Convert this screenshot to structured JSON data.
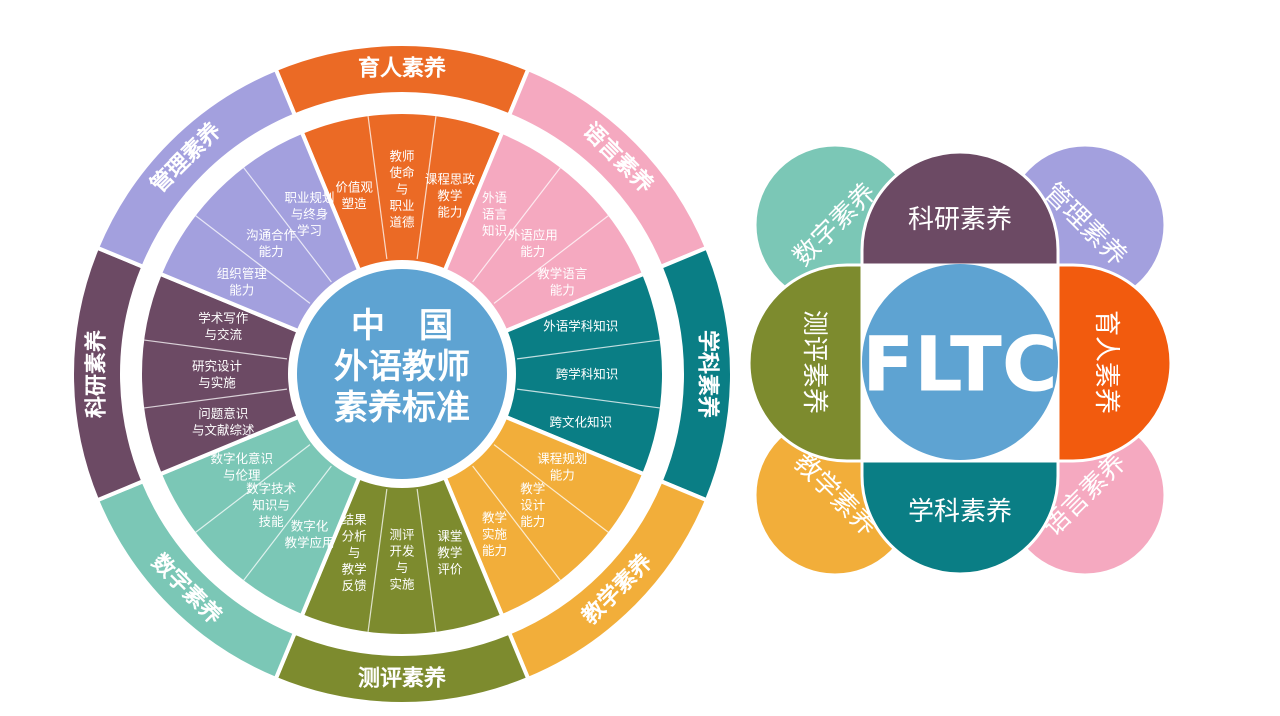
{
  "wheel": {
    "center_lines": [
      "中　国",
      "外语教师",
      "素养标准"
    ],
    "domains": [
      {
        "name": "育人素养",
        "color": "#EB6A25",
        "sub": [
          [
            "价值观",
            "塑造"
          ],
          [
            "教师",
            "使命",
            "与",
            "职业",
            "道德"
          ],
          [
            "课程思政",
            "教学",
            "能力"
          ]
        ]
      },
      {
        "name": "语言素养",
        "color": "#F5A9C0",
        "sub": [
          [
            "外语",
            "语言",
            "知识"
          ],
          [
            "外语应用",
            "能力"
          ],
          [
            "教学语言",
            "能力"
          ]
        ]
      },
      {
        "name": "学科素养",
        "color": "#0A7E85",
        "sub": [
          [
            "外语学科知识"
          ],
          [
            "跨学科知识"
          ],
          [
            "跨文化知识"
          ]
        ]
      },
      {
        "name": "教学素养",
        "color": "#F2AE3A",
        "sub": [
          [
            "课程规划",
            "能力"
          ],
          [
            "教学",
            "设计",
            "能力"
          ],
          [
            "教学",
            "实施",
            "能力"
          ]
        ]
      },
      {
        "name": "测评素养",
        "color": "#7D8B2E",
        "sub": [
          [
            "课堂",
            "教学",
            "评价"
          ],
          [
            "测评",
            "开发",
            "与",
            "实施"
          ],
          [
            "结果",
            "分析",
            "与",
            "教学",
            "反馈"
          ]
        ]
      },
      {
        "name": "数字素养",
        "color": "#7BC7B6",
        "sub": [
          [
            "数字化",
            "教学应用"
          ],
          [
            "数字技术",
            "知识与",
            "技能"
          ],
          [
            "数字化意识",
            "与伦理"
          ]
        ]
      },
      {
        "name": "科研素养",
        "color": "#6C4A64",
        "sub": [
          [
            "问题意识",
            "与文献综述"
          ],
          [
            "研究设计",
            "与实施"
          ],
          [
            "学术写作",
            "与交流"
          ]
        ]
      },
      {
        "name": "管理素养",
        "color": "#A3A0DE",
        "sub": [
          [
            "组织管理",
            "能力"
          ],
          [
            "沟通合作",
            "能力"
          ],
          [
            "职业规划",
            "与终身",
            "学习"
          ]
        ]
      }
    ]
  },
  "flower": {
    "logo": "FLTC",
    "petals": [
      {
        "name": "数字素养",
        "color": "#7BC7B6"
      },
      {
        "name": "管理素养",
        "color": "#A3A0DE"
      },
      {
        "name": "教学素养",
        "color": "#F2AE3A"
      },
      {
        "name": "语言素养",
        "color": "#F5A9C0"
      },
      {
        "name": "科研素养",
        "color": "#6C4A64"
      },
      {
        "name": "育人素养",
        "color": "#F25B0E"
      },
      {
        "name": "学科素养",
        "color": "#0A7E85"
      },
      {
        "name": "测评素养",
        "color": "#7D8B2E"
      }
    ],
    "center_color": "#5EA3D2"
  }
}
